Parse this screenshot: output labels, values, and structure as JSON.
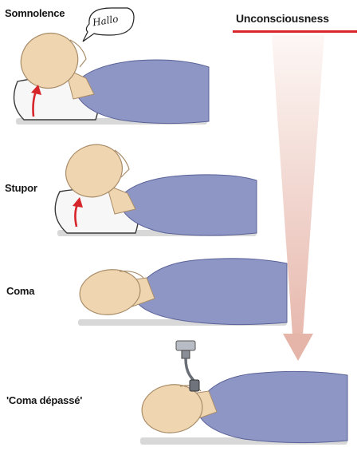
{
  "title": "Unconsciousness",
  "colors": {
    "title_rule": "#d8262b",
    "arrow_top": "#fdf7f5",
    "arrow_bottom": "#e7b9ae",
    "body": "#8e96c5",
    "skin": "#efd6b0",
    "pillow_arrow": "#d6262b"
  },
  "stages": [
    {
      "label": "Somnolence"
    },
    {
      "label": "Stupor"
    },
    {
      "label": "Coma"
    },
    {
      "label": "'Coma dépassé'"
    }
  ],
  "speech_bubble": {
    "text": "Hallo"
  },
  "icons": [
    "speech-bubble-icon",
    "pillow-icon",
    "raise-head-arrow-icon",
    "ventilator-tube-icon"
  ]
}
